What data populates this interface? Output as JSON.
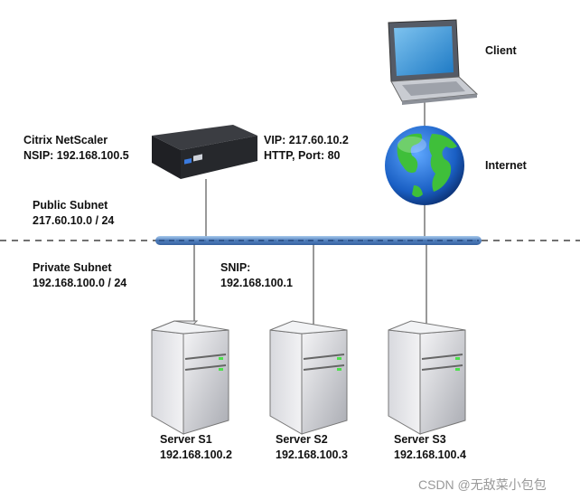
{
  "client": {
    "label": "Client"
  },
  "internet": {
    "label": "Internet"
  },
  "netscaler": {
    "name": "Citrix NetScaler",
    "nsip": "NSIP: 192.168.100.5",
    "vip": "VIP: 217.60.10.2",
    "service": "HTTP, Port: 80"
  },
  "public_subnet": {
    "label": "Public Subnet",
    "cidr": "217.60.10.0 / 24"
  },
  "private_subnet": {
    "label": "Private Subnet",
    "cidr": "192.168.100.0 / 24"
  },
  "snip": {
    "label": "SNIP:",
    "ip": "192.168.100.1"
  },
  "servers": [
    {
      "name": "Server S1",
      "ip": "192.168.100.2"
    },
    {
      "name": "Server S2",
      "ip": "192.168.100.3"
    },
    {
      "name": "Server S3",
      "ip": "192.168.100.4"
    }
  ],
  "watermark": "CSDN @无敌菜小包包",
  "colors": {
    "bus": "#3f73b8",
    "globe_ocean": "#1a5fc4",
    "globe_land": "#3fbf3a",
    "led": "#4ce04c"
  }
}
